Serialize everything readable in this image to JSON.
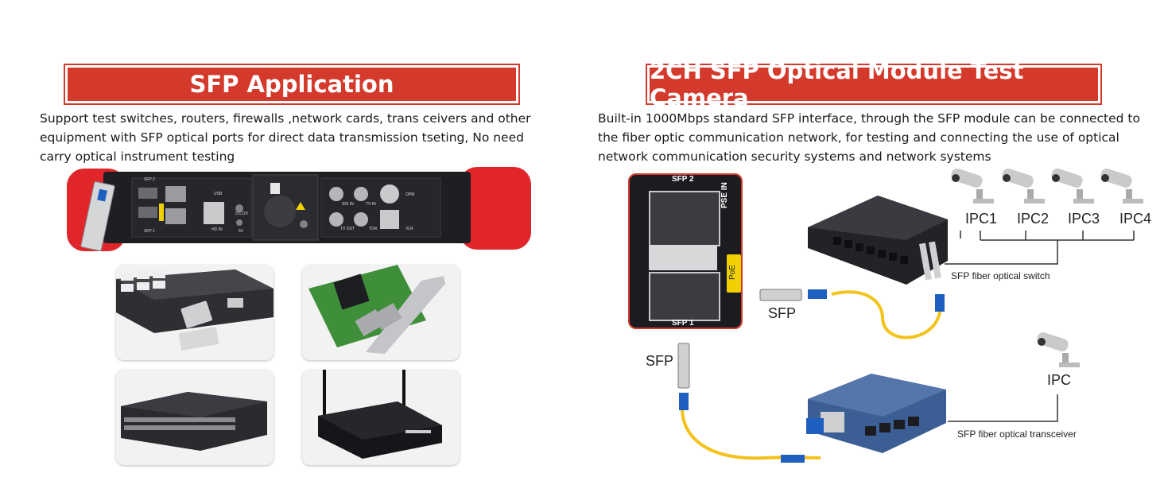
{
  "left": {
    "title": "SFP Application",
    "description": "Support test switches, routers, firewalls ,network cards, trans ceivers and other equipment with SFP optical ports for direct data transmission tseting, No need carry optical instrument testing"
  },
  "right": {
    "title": "2CH SFP Optical Module Test Camera",
    "description": "Built-in 1000Mbps standard SFP interface, through the SFP module can be connected to the fiber optic communication network, for testing and connecting the use of optical network communication security systems and network systems",
    "panel": {
      "sfp2": "SFP 2",
      "sfp1": "SFP 1",
      "pse_in": "PSE IN",
      "poe": "PoE"
    },
    "labels": {
      "sfp_a": "SFP",
      "sfp_b": "SFP",
      "switch": "SFP fiber optical switch",
      "transceiver": "SFP fiber optical transceiver",
      "ipc": "IPC",
      "ipcs": [
        "IPC1",
        "IPC2",
        "IPC3",
        "IPC4"
      ]
    }
  },
  "device": {
    "labels": [
      "SFP 2",
      "SFP 1",
      "USB",
      "HD IN",
      "DC12V",
      "5V",
      "SDI IN",
      "TV IN",
      "TV OUT",
      "TDR",
      "OPM",
      "VLR"
    ]
  },
  "colors": {
    "accent": "#d33a2c",
    "fiber": "#f3c21b",
    "connector": "#1f5fbf",
    "device_red": "#e0262b"
  }
}
